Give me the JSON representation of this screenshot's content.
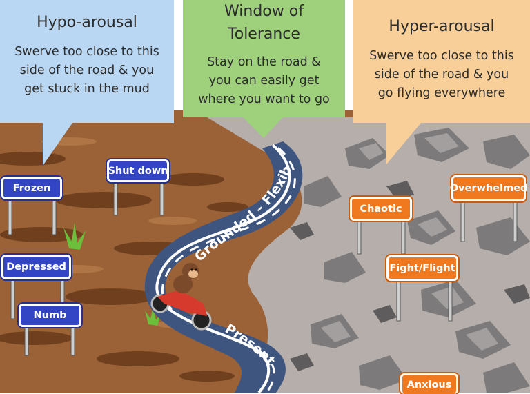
{
  "callouts": {
    "hypo": {
      "heading": "Hypo-arousal",
      "lines": [
        "Swerve too close to this",
        "side of the road & you",
        "get stuck in the mud"
      ]
    },
    "window": {
      "heading_lines": [
        "Window of",
        "Tolerance"
      ],
      "lines": [
        "Stay on the road &",
        "you can easily get",
        "where you want to go"
      ]
    },
    "hyper": {
      "heading": "Hyper-arousal",
      "lines": [
        "Swerve too close to this",
        "side of the road & you",
        "go flying everywhere"
      ]
    }
  },
  "road": {
    "label_upper": "Grounded – Flexible",
    "label_lower": "Present"
  },
  "signs": {
    "frozen": "Frozen",
    "shut_down": "Shut down",
    "depressed": "Depressed",
    "numb": "Numb",
    "chaotic": "Chaotic",
    "overwhelmed": "Overwhelmed",
    "fight_flight": "Fight/Flight",
    "anxious": "Anxious"
  },
  "colors": {
    "hypo_callout": "#b9d7f3",
    "window_callout": "#9fd17d",
    "hyper_callout": "#f8cf98",
    "mud": "#9a6236",
    "rocks_ground": "#b5aeab",
    "road": "#3e5580",
    "sign_blue": "#3344c4",
    "sign_orange": "#f0791f"
  }
}
